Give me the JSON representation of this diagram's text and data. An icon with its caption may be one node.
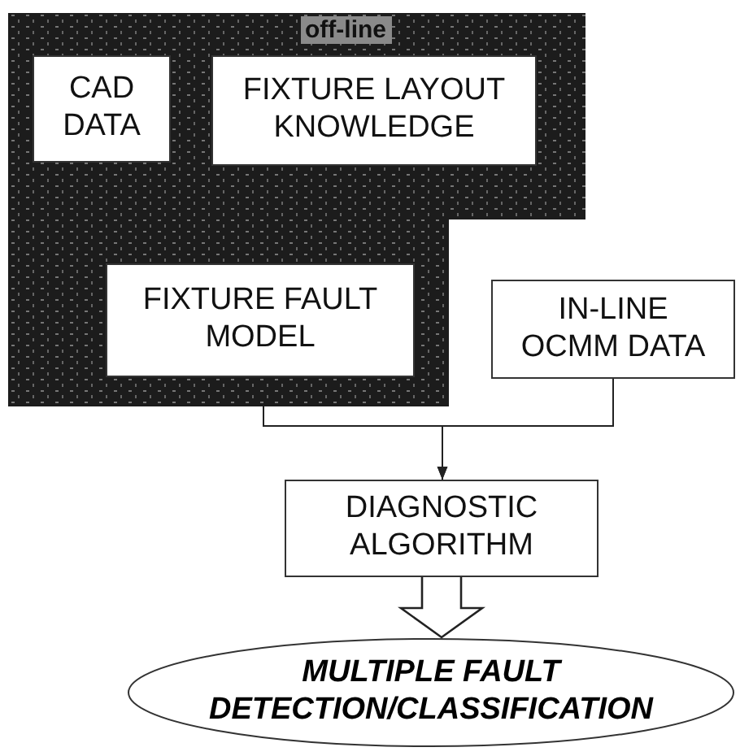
{
  "diagram": {
    "nodes": [
      {
        "text": [
          "off-line"
        ]
      },
      {
        "text": [
          "CAD DATA"
        ],
        "in": 0
      },
      {
        "text": [
          "FIXTURE LAYOUT KNOWLEDGE"
        ],
        "in": 0
      },
      {
        "text": [
          "FIXTURE FAULT MODEL"
        ],
        "in": 0
      },
      {
        "text": [
          "IN-LINE OCMM DATA"
        ]
      },
      {
        "text": [
          "DIAGNOSTIC ALGORITHM"
        ]
      },
      {
        "text": [
          "MULTIPLE FAULT DETECTION/CLASSIFICATION"
        ]
      }
    ],
    "edges": [
      {
        "from": 0,
        "to": 5,
        "arrow": "to"
      },
      {
        "from": 4,
        "to": 5,
        "arrow": "to"
      },
      {
        "from": 5,
        "to": 6,
        "arrow": "to",
        "style": "thick"
      }
    ]
  }
}
